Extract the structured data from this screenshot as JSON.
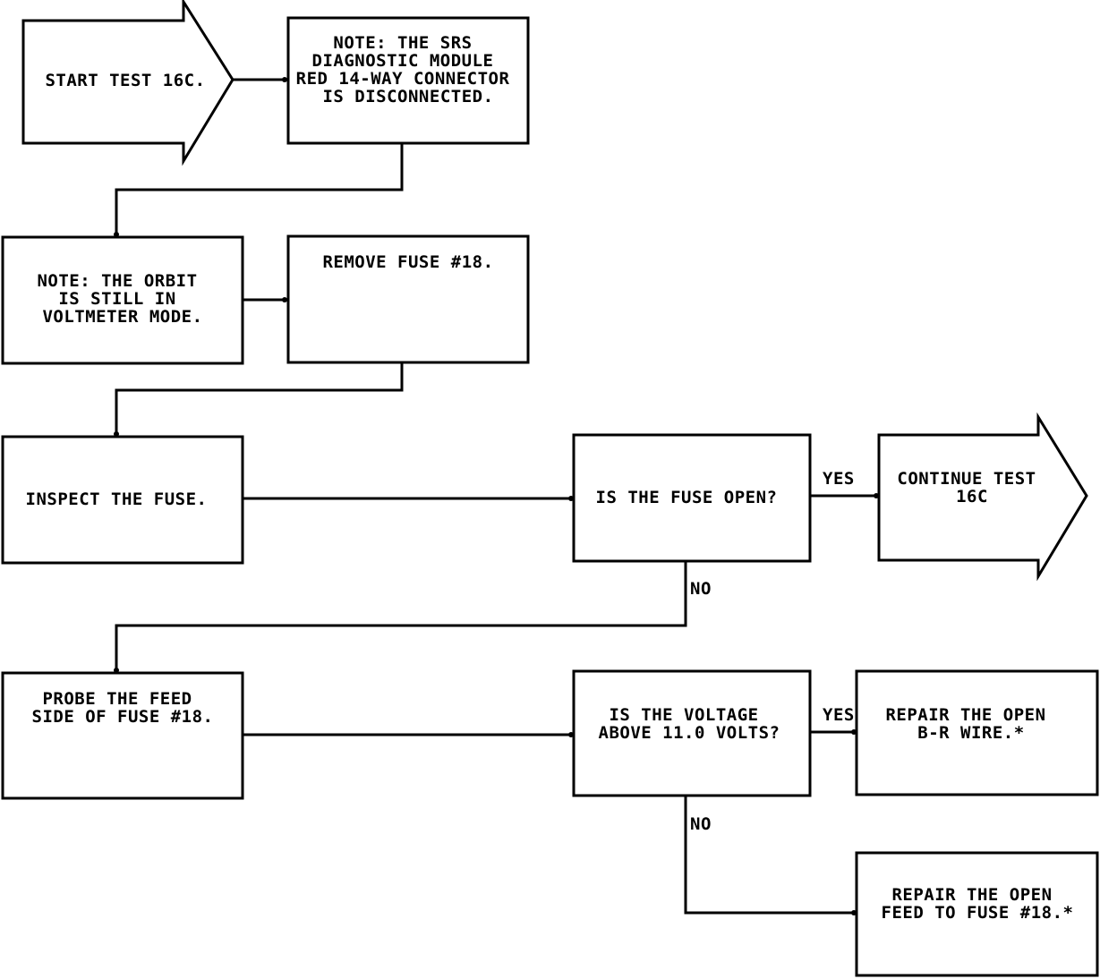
{
  "nodes": {
    "start": {
      "lines": [
        "START TEST 16C."
      ]
    },
    "note_connector": {
      "lines": [
        "NOTE:  THE SRS",
        "DIAGNOSTIC MODULE",
        "RED 14-WAY CONNECTOR",
        "IS DISCONNECTED."
      ]
    },
    "note_orbit": {
      "lines": [
        "NOTE:  THE ORBIT",
        "IS STILL IN",
        "VOLTMETER MODE."
      ]
    },
    "remove_fuse": {
      "lines": [
        "REMOVE FUSE #18."
      ]
    },
    "inspect_fuse": {
      "lines": [
        "INSPECT THE FUSE."
      ]
    },
    "fuse_open": {
      "lines": [
        "IS THE FUSE OPEN?"
      ]
    },
    "continue": {
      "lines": [
        "CONTINUE TEST",
        "16C"
      ]
    },
    "probe_feed": {
      "lines": [
        "PROBE THE FEED",
        "SIDE OF FUSE #18."
      ]
    },
    "voltage_check": {
      "lines": [
        "IS THE VOLTAGE",
        "ABOVE 11.0 VOLTS?"
      ]
    },
    "repair_wire": {
      "lines": [
        "REPAIR THE OPEN",
        "B-R WIRE.*"
      ]
    },
    "repair_feed": {
      "lines": [
        "REPAIR THE OPEN",
        "FEED TO FUSE #18.*"
      ]
    }
  },
  "branch_labels": {
    "fuse_open_yes": "YES",
    "fuse_open_no": "NO",
    "voltage_yes": "YES",
    "voltage_no": "NO"
  }
}
